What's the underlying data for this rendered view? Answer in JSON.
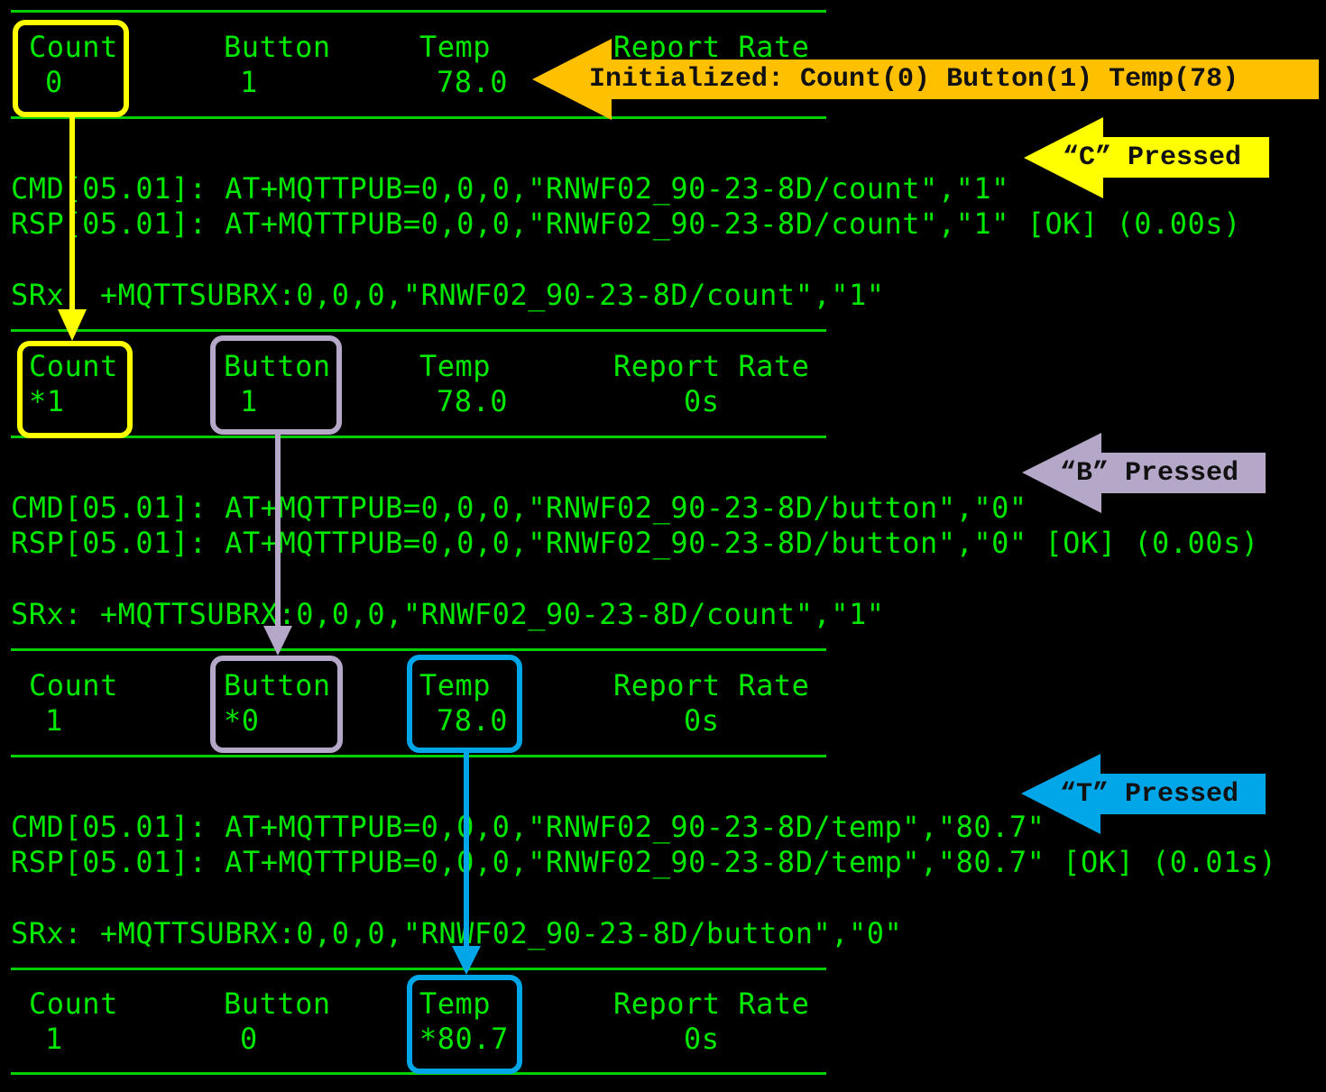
{
  "panels": [
    {
      "headers": {
        "count": "Count",
        "button": "Button",
        "temp": "Temp",
        "rate": "Report Rate"
      },
      "values": {
        "count": "0",
        "button": "1",
        "temp": "78.0",
        "rate": ""
      }
    },
    {
      "headers": {
        "count": "Count",
        "button": "Button",
        "temp": "Temp",
        "rate": "Report Rate"
      },
      "values": {
        "count": "*1",
        "button": "1",
        "temp": "78.0",
        "rate": "0s"
      }
    },
    {
      "headers": {
        "count": "Count",
        "button": "Button",
        "temp": "Temp",
        "rate": "Report Rate"
      },
      "values": {
        "count": "1",
        "button": "*0",
        "temp": "78.0",
        "rate": "0s"
      }
    },
    {
      "headers": {
        "count": "Count",
        "button": "Button",
        "temp": "Temp",
        "rate": "Report Rate"
      },
      "values": {
        "count": "1",
        "button": "0",
        "temp": "*80.7",
        "rate": "0s"
      }
    }
  ],
  "log": {
    "block1": {
      "cmd": "CMD[05.01]: AT+MQTTPUB=0,0,0,\"RNWF02_90-23-8D/count\",\"1\"",
      "rsp": "RSP[05.01]: AT+MQTTPUB=0,0,0,\"RNWF02_90-23-8D/count\",\"1\" [OK] (0.00s)",
      "srx": "SRx  +MQTTSUBRX:0,0,0,\"RNWF02_90-23-8D/count\",\"1\""
    },
    "block2": {
      "cmd": "CMD[05.01]: AT+MQTTPUB=0,0,0,\"RNWF02_90-23-8D/button\",\"0\"",
      "rsp": "RSP[05.01]: AT+MQTTPUB=0,0,0,\"RNWF02_90-23-8D/button\",\"0\" [OK] (0.00s)",
      "srx": "SRx: +MQTTSUBRX:0,0,0,\"RNWF02_90-23-8D/count\",\"1\""
    },
    "block3": {
      "cmd": "CMD[05.01]: AT+MQTTPUB=0,0,0,\"RNWF02_90-23-8D/temp\",\"80.7\"",
      "rsp": "RSP[05.01]: AT+MQTTPUB=0,0,0,\"RNWF02_90-23-8D/temp\",\"80.7\" [OK] (0.01s)",
      "srx": "SRx: +MQTTSUBRX:0,0,0,\"RNWF02_90-23-8D/button\",\"0\""
    }
  },
  "callouts": {
    "initialized": {
      "text": "Initialized: Count(0) Button(1) Temp(78)",
      "color": "#ffc000"
    },
    "c_pressed": {
      "text": "“C” Pressed",
      "color": "#ffff00"
    },
    "b_pressed": {
      "text": "“B” Pressed",
      "color": "#b4a7c8"
    },
    "t_pressed": {
      "text": "“T” Pressed",
      "color": "#00a6e8"
    }
  },
  "colors": {
    "terminal_text": "#00e800",
    "background": "#000000"
  }
}
